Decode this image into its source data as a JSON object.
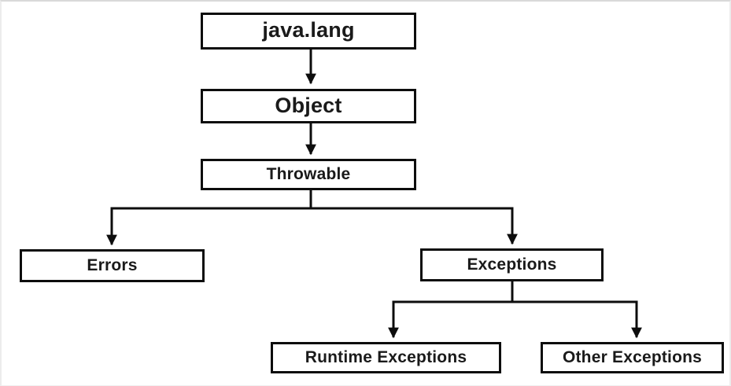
{
  "diagram": {
    "nodes": [
      {
        "id": "java-lang",
        "label": "java.lang"
      },
      {
        "id": "object",
        "label": "Object"
      },
      {
        "id": "throwable",
        "label": "Throwable"
      },
      {
        "id": "errors",
        "label": "Errors"
      },
      {
        "id": "exceptions",
        "label": "Exceptions"
      },
      {
        "id": "runtime-exceptions",
        "label": "Runtime Exceptions"
      },
      {
        "id": "other-exceptions",
        "label": "Other Exceptions"
      }
    ],
    "edges": [
      {
        "from": "java.lang",
        "to": "Object"
      },
      {
        "from": "Object",
        "to": "Throwable"
      },
      {
        "from": "Throwable",
        "to": "Errors"
      },
      {
        "from": "Throwable",
        "to": "Exceptions"
      },
      {
        "from": "Exceptions",
        "to": "Runtime Exceptions"
      },
      {
        "from": "Exceptions",
        "to": "Other Exceptions"
      }
    ],
    "colors": {
      "background": "#ffffff",
      "box_fill": "#ffffff",
      "box_border": "#0d0d0d",
      "line": "#0d0d0d",
      "text": "#1a1a1a",
      "frame": "#d9d9d9"
    }
  }
}
